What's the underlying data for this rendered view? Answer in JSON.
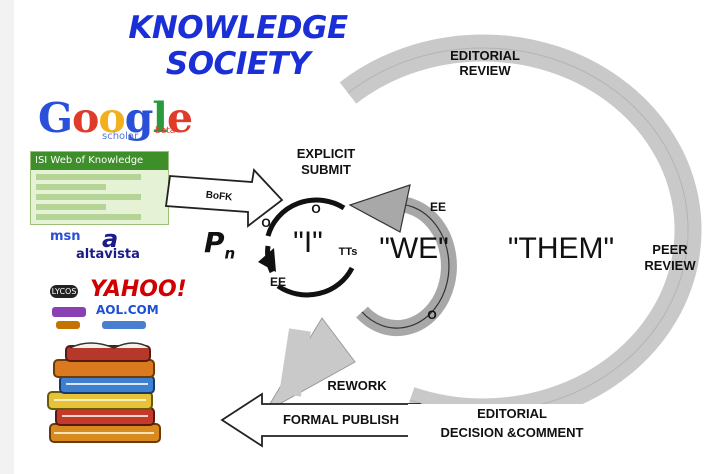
{
  "title": {
    "line1": "KNOWLEDGE",
    "line2": "SOCIETY"
  },
  "logos": {
    "google": {
      "word": [
        "G",
        "o",
        "o",
        "g",
        "l",
        "e"
      ],
      "sub": "scholar",
      "beta": "beta"
    },
    "isi": "ISI Web of Knowledge",
    "msn": "msn",
    "altavista": "altavista",
    "yahoo": "YAHOO!",
    "lycos": "LYCOS",
    "aol": "AOL.COM"
  },
  "diagram": {
    "editorial_review": {
      "line1": "EDITORIAL",
      "line2": "REVIEW"
    },
    "peer_review": {
      "line1": "PEER",
      "line2": "REVIEW"
    },
    "editorial_decision": {
      "line1": "EDITORIAL",
      "line2": "DECISION &COMMENT"
    },
    "explicit_submit": {
      "line1": "EXPLICIT",
      "line2": "SUBMIT"
    },
    "bofk": "BoFK",
    "pn_base": "P",
    "pn_sub": "n",
    "i_label": "\"I\"",
    "tts": "TTs",
    "we_label": "\"WE\"",
    "them_label": "\"THEM\"",
    "ee_top": "EE",
    "ee_bottom": "EE",
    "o_top": "O",
    "o_left": "O",
    "o_bottom": "O",
    "rework": "REWORK",
    "formal_publish": "FORMAL PUBLISH"
  },
  "colors": {
    "title": "#1a2fd6",
    "big_loop": "#c9c9c9",
    "we_loop": "#a8a8a8",
    "outline": "#555555"
  }
}
